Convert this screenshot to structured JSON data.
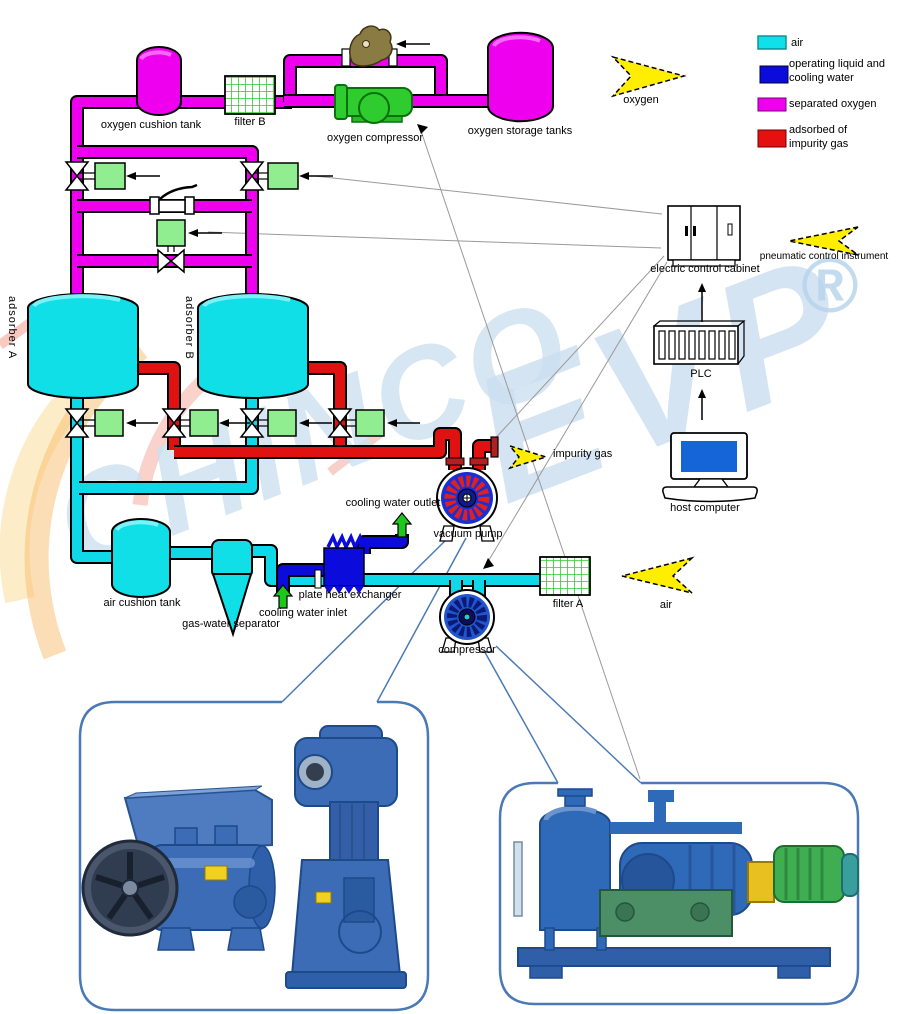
{
  "watermark": {
    "brand": "CHINCO",
    "brand2": "EVP",
    "reg": "®"
  },
  "legend": {
    "air": "air",
    "liquid_line1": "operating liquid and",
    "liquid_line2": "cooling water",
    "separated_oxygen": "separated oxygen",
    "adsorbed_line1": "adsorbed of",
    "adsorbed_line2": "impurity gas",
    "colors": {
      "air": "#0fe0ea",
      "liquid": "#0b0bdc",
      "separated_oxygen": "#ee00ee",
      "adsorbed": "#e51111"
    }
  },
  "flow": {
    "oxygen_out": "oxygen",
    "impurity_gas": "impurity gas",
    "air_in": "air",
    "pneumatic": "pneumatic control instrument"
  },
  "equipment": {
    "oxygen_cushion_tank": "oxygen cushion tank",
    "filter_b": "filter B",
    "oxygen_compressor": "oxygen compressor",
    "oxygen_storage_tanks": "oxygen storage tanks",
    "adsorber_a": "adsorber A",
    "adsorber_b": "adsorber B",
    "electric_control_cabinet": "electric control cabinet",
    "plc": "PLC",
    "host_computer": "host computer",
    "cooling_water_outlet": "cooling water outlet",
    "vacuum_pump": "vacuum pump",
    "air_cushion_tank": "air cushion tank",
    "gas_water_separator": "gas-water separator",
    "plate_heat_exchanger": "plate heat exchanger",
    "cooling_water_inlet": "cooling water inlet",
    "compressor": "compressor",
    "filter_a": "filter A"
  }
}
